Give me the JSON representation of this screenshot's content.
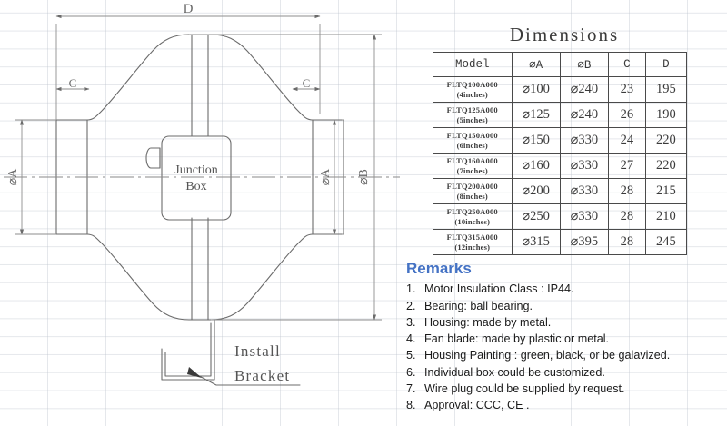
{
  "drawing": {
    "labels": {
      "dim_d": "D",
      "dim_c_left": "C",
      "dim_c_right": "C",
      "dia_a_left": "⌀A",
      "dia_a_right": "⌀A",
      "dia_b_right": "⌀B",
      "junction_box_line1": "Junction",
      "junction_box_line2": "Box",
      "install_bracket_line1": "Install",
      "install_bracket_line2": "Bracket"
    },
    "line_color": "#6b6b6b",
    "text_color": "#5a5a5a"
  },
  "dimensions": {
    "title": "Dimensions",
    "columns": [
      "Model",
      "⌀A",
      "⌀B",
      "C",
      "D"
    ],
    "rows": [
      {
        "model_code": "FLTQ100A000",
        "model_inches": "(4inches)",
        "a": "⌀100",
        "b": "⌀240",
        "c": "23",
        "d": "195"
      },
      {
        "model_code": "FLTQ125A000",
        "model_inches": "(5inches)",
        "a": "⌀125",
        "b": "⌀240",
        "c": "26",
        "d": "190"
      },
      {
        "model_code": "FLTQ150A000",
        "model_inches": "(6inches)",
        "a": "⌀150",
        "b": "⌀330",
        "c": "24",
        "d": "220"
      },
      {
        "model_code": "FLTQ160A000",
        "model_inches": "(7inches)",
        "a": "⌀160",
        "b": "⌀330",
        "c": "27",
        "d": "220"
      },
      {
        "model_code": "FLTQ200A000",
        "model_inches": "(8inches)",
        "a": "⌀200",
        "b": "⌀330",
        "c": "28",
        "d": "215"
      },
      {
        "model_code": "FLTQ250A000",
        "model_inches": "(10inches)",
        "a": "⌀250",
        "b": "⌀330",
        "c": "28",
        "d": "210"
      },
      {
        "model_code": "FLTQ315A000",
        "model_inches": "(12inches)",
        "a": "⌀315",
        "b": "⌀395",
        "c": "28",
        "d": "245"
      }
    ]
  },
  "remarks": {
    "heading": "Remarks",
    "heading_color": "#4472C4",
    "items": [
      {
        "num": "1.",
        "text": "Motor Insulation Class : IP44."
      },
      {
        "num": "2.",
        "text": "Bearing: ball bearing."
      },
      {
        "num": "3.",
        "text": "Housing: made by metal."
      },
      {
        "num": "4.",
        "text": "Fan blade: made by plastic or metal."
      },
      {
        "num": "5.",
        "text": "Housing Painting : green, black,  or be galavized."
      },
      {
        "num": "6.",
        "text": "Individual box could be customized."
      },
      {
        "num": "7.",
        "text": "Wire plug could be supplied by request."
      },
      {
        "num": "8.",
        "text": " Approval: CCC, CE ."
      }
    ]
  }
}
